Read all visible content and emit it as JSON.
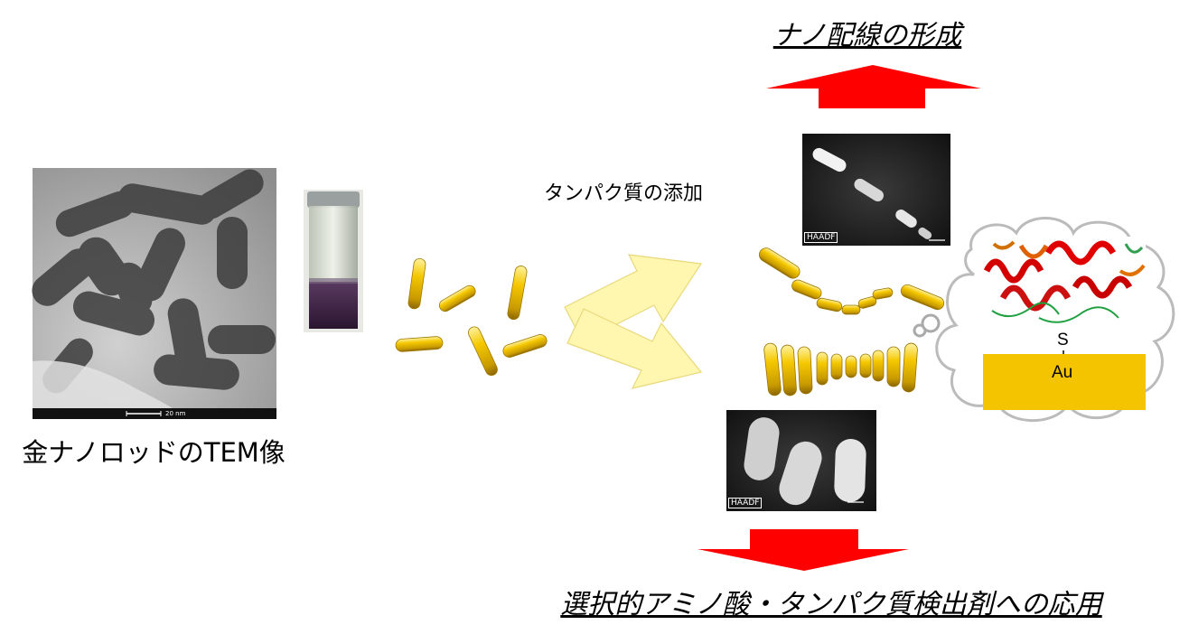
{
  "title_top": "ナノ配線の形成",
  "title_bottom": "選択的アミノ酸・タンパク質検出剤への応用",
  "protein_label": "タンパク質の添加",
  "tem_caption": "金ナノロッドのTEM像",
  "tem_scale": "20 nm",
  "haadf_tag_top": "HAADF",
  "haadf_tag_bottom": "HAADF",
  "chem_s": "S",
  "chem_au": "Au",
  "colors": {
    "gold": "#f2c200",
    "gold_dark": "#b88f00",
    "red_arrow": "#ff0000",
    "pale_arrow": "#fff6b0",
    "au_block": "#f5c400"
  }
}
